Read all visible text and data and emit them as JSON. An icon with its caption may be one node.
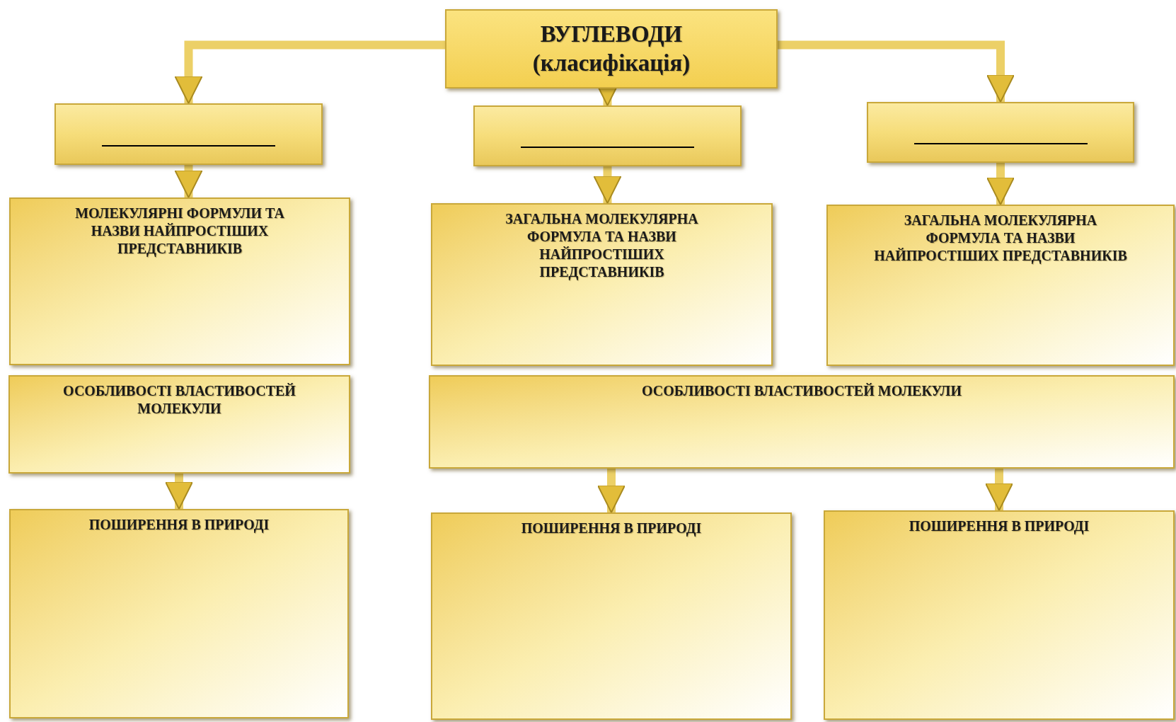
{
  "diagram": {
    "nodes": [
      {
        "text": [
          "ВУГЛЕВОДИ",
          "(класифікація)"
        ]
      },
      {
        "text": [],
        "shape": "box"
      },
      {
        "text": [],
        "shape": "box"
      },
      {
        "text": [],
        "shape": "box"
      },
      {
        "text": [
          "МОЛЕКУЛЯРНІ ФОРМУЛИ ТА НАЗВИ НАЙПРОСТІШИХ ПРЕДСТАВНИКІВ"
        ]
      },
      {
        "text": [
          "ЗАГАЛЬНА МОЛЕКУЛЯРНА ФОРМУЛА ТА НАЗВИ НАЙПРОСТІШИХ ПРЕДСТАВНИКІВ"
        ]
      },
      {
        "text": [
          "ЗАГАЛЬНА МОЛЕКУЛЯРНА ФОРМУЛА ТА НАЗВИ НАЙПРОСТІШИХ ПРЕДСТАВНИКІВ"
        ]
      },
      {
        "text": [
          "ОСОБЛИВОСТІ ВЛАСТИВОСТЕЙ МОЛЕКУЛИ"
        ]
      },
      {
        "text": [
          "ОСОБЛИВОСТІ ВЛАСТИВОСТЕЙ МОЛЕКУЛИ"
        ]
      },
      {
        "text": [
          "ПОШИРЕННЯ В ПРИРОДІ"
        ]
      },
      {
        "text": [
          "ПОШИРЕННЯ В ПРИРОДІ"
        ]
      },
      {
        "text": [
          "ПОШИРЕННЯ В ПРИРОДІ"
        ]
      }
    ],
    "edges": [
      {
        "from": 0,
        "to": 1,
        "arrow": "to"
      },
      {
        "from": 0,
        "to": 2,
        "arrow": "to"
      },
      {
        "from": 0,
        "to": 3,
        "arrow": "to"
      },
      {
        "from": 1,
        "to": 4,
        "arrow": "to"
      },
      {
        "from": 2,
        "to": 5,
        "arrow": "to"
      },
      {
        "from": 3,
        "to": 6,
        "arrow": "to"
      },
      {
        "from": 7,
        "to": 9,
        "arrow": "to"
      },
      {
        "from": 8,
        "to": 10,
        "arrow": "to"
      },
      {
        "from": 8,
        "to": 11,
        "arrow": "to"
      }
    ]
  }
}
